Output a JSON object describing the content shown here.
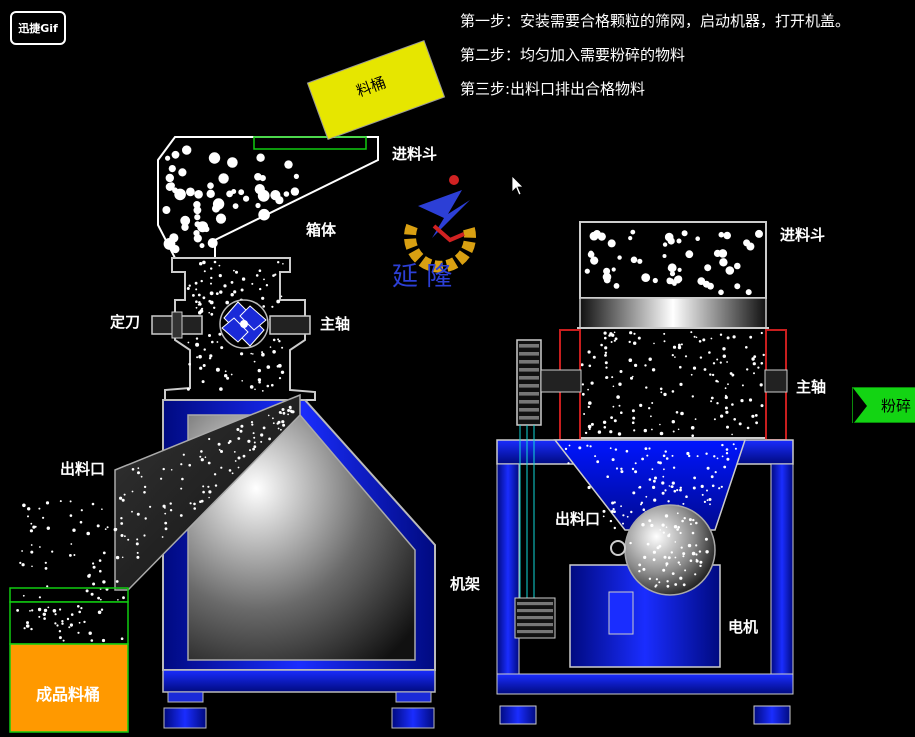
{
  "badge": {
    "label": "迅捷Gif"
  },
  "steps": [
    "第一步：安装需要合格颗粒的筛网，启动机器，打开机盖。",
    "第二步：均匀加入需要粉碎的物料",
    "第三步:出料口排出合格物料"
  ],
  "bucket_label": "料桶",
  "logo": {
    "text": "延 隆"
  },
  "left_machine": {
    "hopper_label": "进料斗",
    "box_label": "箱体",
    "knife_label": "定刀",
    "shaft_label": "主轴",
    "outlet_label": "出料口",
    "frame_label": "机架"
  },
  "right_machine": {
    "hopper_label": "进料斗",
    "shaft_label": "主轴",
    "outlet_label": "出料口",
    "motor_label": "电机"
  },
  "product_bucket_label": "成品料桶",
  "mill_button_label": "粉碎",
  "colors": {
    "background": "#000000",
    "frame_blue": "#0a14f0",
    "bucket_yellow": "#e6e600",
    "product_orange": "#ff9900",
    "button_green": "#13d413",
    "outline_green": "#11cc11",
    "rotor_blue": "#1a2ad8",
    "bearing_red": "#c81e1e"
  }
}
